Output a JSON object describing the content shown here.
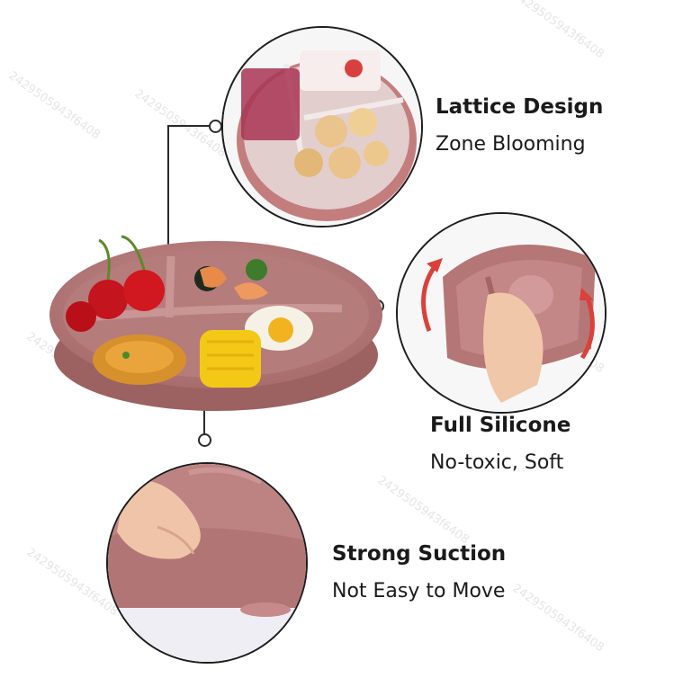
{
  "watermark": "2429505943f6408",
  "features": [
    {
      "title": "Lattice Design",
      "subtitle": "Zone Blooming"
    },
    {
      "title": "Full Silicone",
      "subtitle": "No-toxic, Soft"
    },
    {
      "title": "Strong Suction",
      "subtitle": "Not Easy to Move"
    }
  ],
  "colors": {
    "plate": "#b47a7a",
    "plate_light": "#c99090",
    "accent_arrow": "#d9413a"
  }
}
